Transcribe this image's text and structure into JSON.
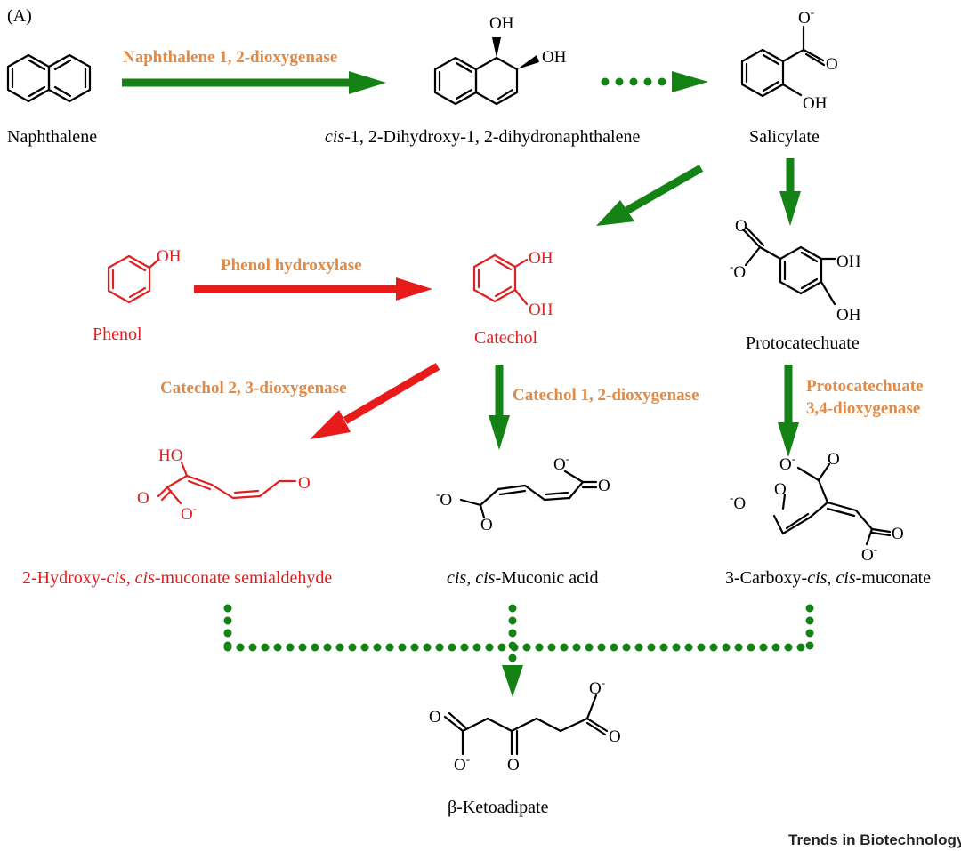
{
  "panel_label": "(A)",
  "compounds": {
    "naphthalene": "Naphthalene",
    "dihydro_prefix": "cis",
    "dihydro_rest": "-1, 2-Dihydroxy-1, 2-dihydronaphthalene",
    "salicylate": "Salicylate",
    "phenol": "Phenol",
    "catechol": "Catechol",
    "protocatechuate": "Protocatechuate",
    "hms_prefix": "2-Hydroxy-",
    "hms_italic": "cis, cis",
    "hms_suffix": "-muconate semialdehyde",
    "muconic_italic": "cis, cis",
    "muconic_suffix": "-Muconic acid",
    "carboxy_prefix": "3-Carboxy-",
    "carboxy_italic": "cis, cis",
    "carboxy_suffix": "-muconate",
    "ketoadipate": "β-Ketoadipate"
  },
  "enzymes": {
    "naphthalene_dioxygenase": "Naphthalene 1, 2-dioxygenase",
    "phenol_hydroxylase": "Phenol hydroxylase",
    "catechol_23": "Catechol 2, 3-dioxygenase",
    "catechol_12": "Catechol 1, 2-dioxygenase",
    "pca_34_line1": "Protocatechuate",
    "pca_34_line2": "3,4-dioxygenase"
  },
  "atoms": {
    "oh": "OH",
    "ho": "HO",
    "o": "O",
    "minus": "-"
  },
  "credit": "Trends in Biotechnology",
  "colors": {
    "green": "#148214",
    "red": "#e81a1a",
    "enzyme_orange": "#e08a46",
    "text": "#000000"
  }
}
